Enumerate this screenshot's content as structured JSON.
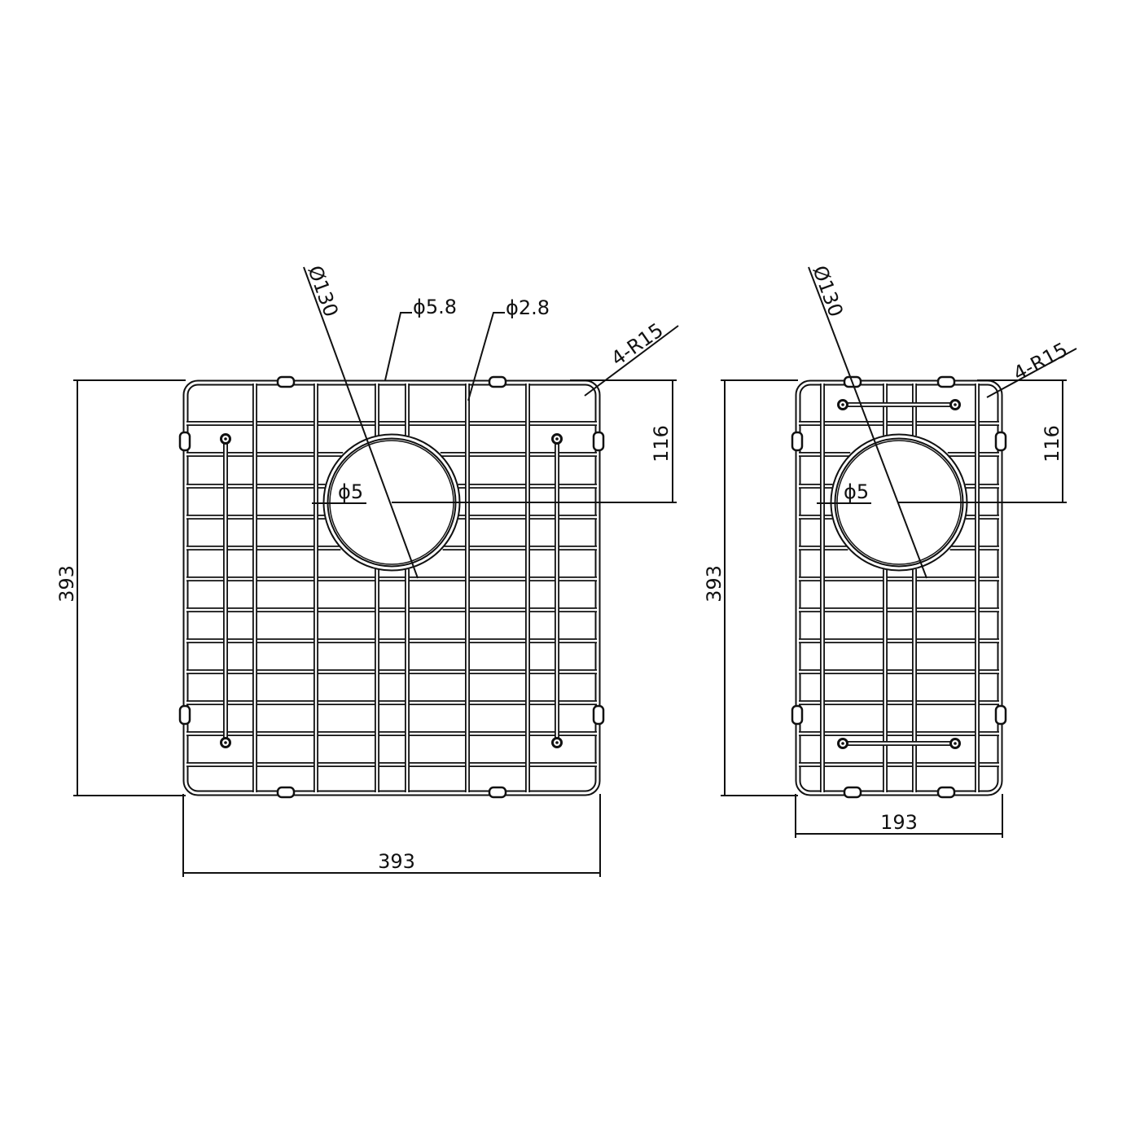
{
  "left_grate": {
    "width_label": "393",
    "height_label": "393",
    "offset_label": "116",
    "drain_diameter_label": "Ø130",
    "frame_wire_label": "ϕ5.8",
    "grid_wire_label": "ϕ2.8",
    "corner_radius_label": "4-R15",
    "ring_wire_label": "ϕ5"
  },
  "right_grate": {
    "width_label": "193",
    "height_label": "393",
    "offset_label": "116",
    "drain_diameter_label": "Ø130",
    "corner_radius_label": "4-R15",
    "ring_wire_label": "ϕ5"
  },
  "colors": {
    "line": "#111111",
    "background": "#ffffff"
  }
}
